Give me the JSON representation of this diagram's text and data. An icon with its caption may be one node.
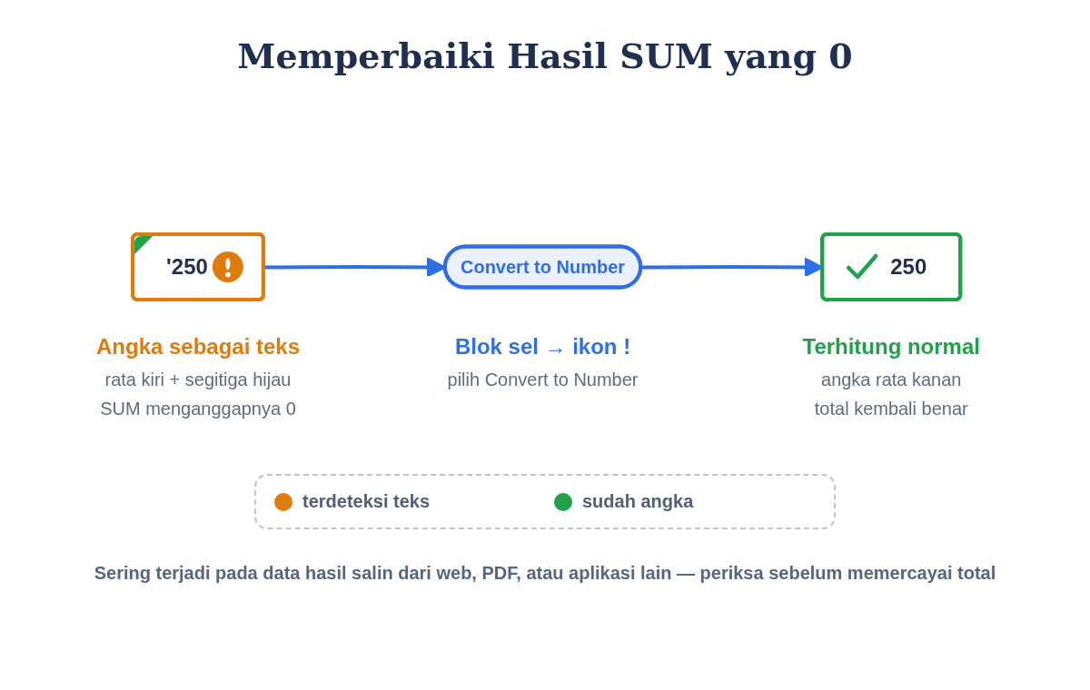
{
  "diagram": {
    "title": "Memperbaiki Hasil SUM yang 0",
    "nodes": [
      {
        "text": [
          "'250"
        ],
        "beside": [
          "Angka sebagai teks",
          "rata kiri + segitiga hijau",
          "SUM menganggapnya 0"
        ]
      },
      {
        "text": [
          "Convert to Number"
        ],
        "beside": [
          "Blok sel → ikon !",
          "pilih Convert to Number"
        ]
      },
      {
        "text": [
          "250"
        ],
        "beside": [
          "Terhitung normal",
          "angka rata kanan",
          "total kembali benar"
        ]
      }
    ],
    "edges": [
      {
        "from": 0,
        "to": 1,
        "arrow": "to"
      },
      {
        "from": 1,
        "to": 2,
        "arrow": "to"
      }
    ],
    "legend": [
      {
        "text": "terdeteksi teks",
        "color": "#df7a0c"
      },
      {
        "text": "sudah angka",
        "color": "#1fa24a"
      }
    ],
    "caption": "Sering terjadi pada data hasil salin dari web, PDF, atau aplikasi lain — periksa sebelum memercayai total"
  }
}
